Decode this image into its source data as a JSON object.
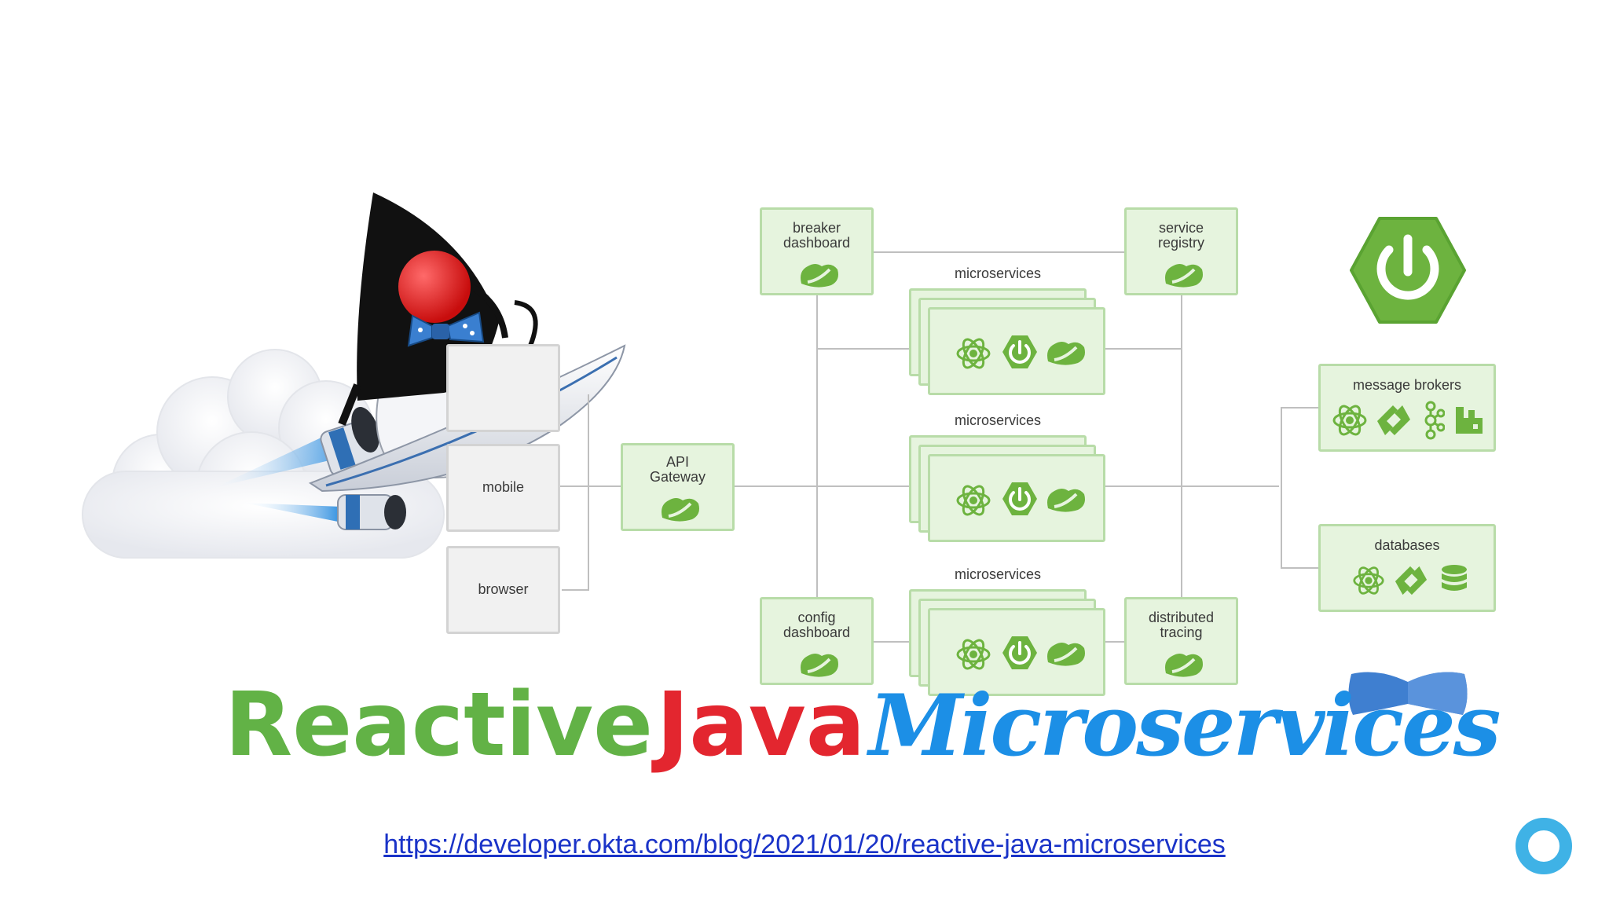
{
  "diagram": {
    "clients": {
      "mobile": "mobile",
      "browser": "browser"
    },
    "api_gateway": {
      "line1": "API",
      "line2": "Gateway"
    },
    "breaker_dashboard": {
      "line1": "breaker",
      "line2": "dashboard"
    },
    "service_registry": {
      "line1": "service",
      "line2": "registry"
    },
    "config_dashboard": {
      "line1": "config",
      "line2": "dashboard"
    },
    "distributed_tracing": {
      "line1": "distributed",
      "line2": "tracing"
    },
    "microservices": [
      "microservices",
      "microservices",
      "microservices"
    ],
    "message_brokers": "message brokers",
    "databases": "databases"
  },
  "title": {
    "word1": "Reactive",
    "word2": "Java",
    "word3": "Microservices"
  },
  "link": "https://developer.okta.com/blog/2021/01/20/reactive-java-microservices",
  "colors": {
    "spring_green": "#6db33f",
    "box_fill": "#e6f4de",
    "box_border": "#b8dca8",
    "reactive_green": "#62b246",
    "java_red": "#e3262f",
    "microservices_blue": "#1c8fe6",
    "link_blue": "#1a33c8",
    "okta_blue": "#3fb2e6"
  },
  "icons": [
    "spring-leaf-icon",
    "spring-boot-power-icon",
    "reactor-atom-icon",
    "rabbitmq-icon",
    "kafka-icon",
    "database-icon",
    "duke-mascot-icon",
    "bow-tie-icon",
    "okta-ring-icon"
  ]
}
